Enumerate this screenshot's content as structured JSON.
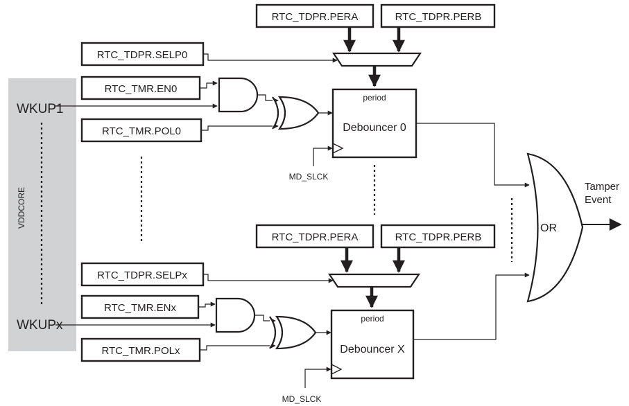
{
  "supply_bar": {
    "label": "VDDCORE",
    "color": "#d1d2d3"
  },
  "pins": {
    "first": "WKUP1",
    "last": "WKUPx"
  },
  "channel_0": {
    "pera": "RTC_TDPR.PERA",
    "perb": "RTC_TDPR.PERB",
    "selp": "RTC_TDPR.SELP0",
    "en": "RTC_TMR.EN0",
    "pol": "RTC_TMR.POL0",
    "debouncer": "Debouncer 0",
    "period": "period",
    "clock": "MD_SLCK"
  },
  "channel_x": {
    "pera": "RTC_TDPR.PERA",
    "perb": "RTC_TDPR.PERB",
    "selp": "RTC_TDPR.SELPx",
    "en": "RTC_TMR.ENx",
    "pol": "RTC_TMR.POLx",
    "debouncer": "Debouncer X",
    "period": "period",
    "clock": "MD_SLCK"
  },
  "or_gate": {
    "label": "OR"
  },
  "output": {
    "line1": "Tamper",
    "line2": "Event"
  }
}
